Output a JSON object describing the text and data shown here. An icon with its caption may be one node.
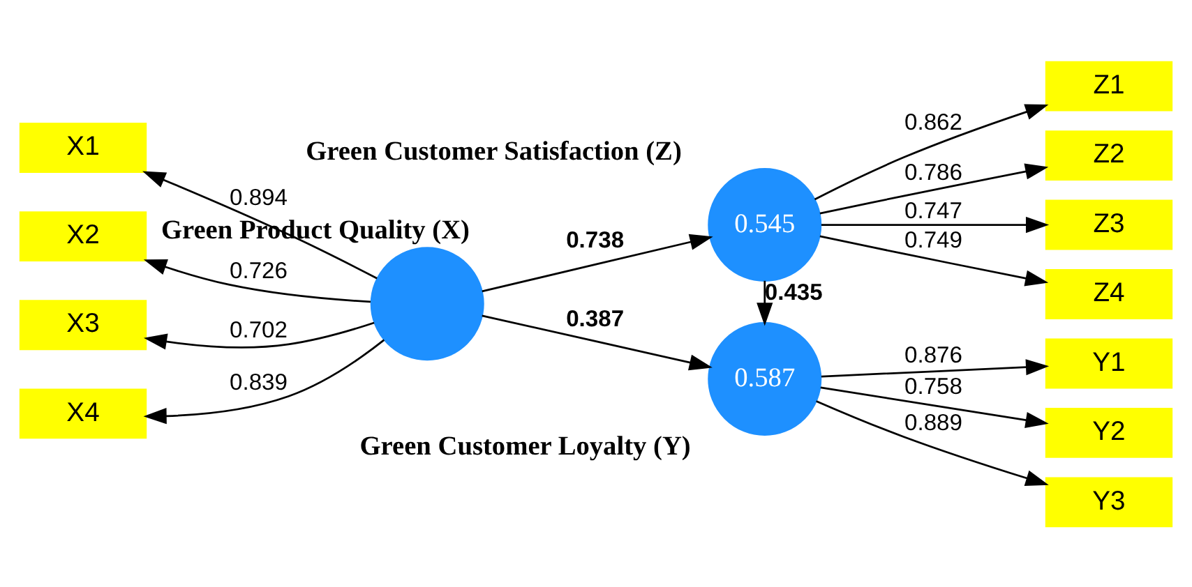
{
  "diagram": {
    "nodes": [
      {
        "text": [
          "X1"
        ]
      },
      {
        "text": [
          "X2"
        ]
      },
      {
        "text": [
          "X3"
        ]
      },
      {
        "text": [
          "X4"
        ]
      },
      {
        "text": [
          "Green Product Quality (X)"
        ]
      },
      {
        "text": [
          "0.545",
          "Green Customer Satisfaction (Z)"
        ]
      },
      {
        "text": [
          "Z1"
        ]
      },
      {
        "text": [
          "Z2"
        ]
      },
      {
        "text": [
          "Z3"
        ]
      },
      {
        "text": [
          "Z4"
        ]
      },
      {
        "text": [
          "0.587",
          "Green Customer Loyalty (Y)"
        ]
      },
      {
        "text": [
          "Y1"
        ]
      },
      {
        "text": [
          "Y2"
        ]
      },
      {
        "text": [
          "Y3"
        ]
      }
    ],
    "edges": [
      {
        "from": 4,
        "to": 0,
        "arrow": "to",
        "label": "0.894"
      },
      {
        "from": 4,
        "to": 1,
        "arrow": "to",
        "label": "0.726"
      },
      {
        "from": 4,
        "to": 2,
        "arrow": "to",
        "label": "0.702"
      },
      {
        "from": 4,
        "to": 3,
        "arrow": "to",
        "label": "0.839"
      },
      {
        "from": 4,
        "to": 5,
        "arrow": "to",
        "label": "0.738"
      },
      {
        "from": 4,
        "to": 10,
        "arrow": "to",
        "label": "0.387"
      },
      {
        "from": 5,
        "to": 10,
        "arrow": "to",
        "label": "0.435"
      },
      {
        "from": 5,
        "to": 6,
        "arrow": "to",
        "label": "0.862"
      },
      {
        "from": 5,
        "to": 7,
        "arrow": "to",
        "label": "0.786"
      },
      {
        "from": 5,
        "to": 8,
        "arrow": "to",
        "label": "0.747"
      },
      {
        "from": 5,
        "to": 9,
        "arrow": "to",
        "label": "0.749"
      },
      {
        "from": 10,
        "to": 11,
        "arrow": "to",
        "label": "0.876"
      },
      {
        "from": 10,
        "to": 12,
        "arrow": "to",
        "label": "0.758"
      },
      {
        "from": 10,
        "to": 13,
        "arrow": "to",
        "label": "0.889"
      }
    ]
  }
}
